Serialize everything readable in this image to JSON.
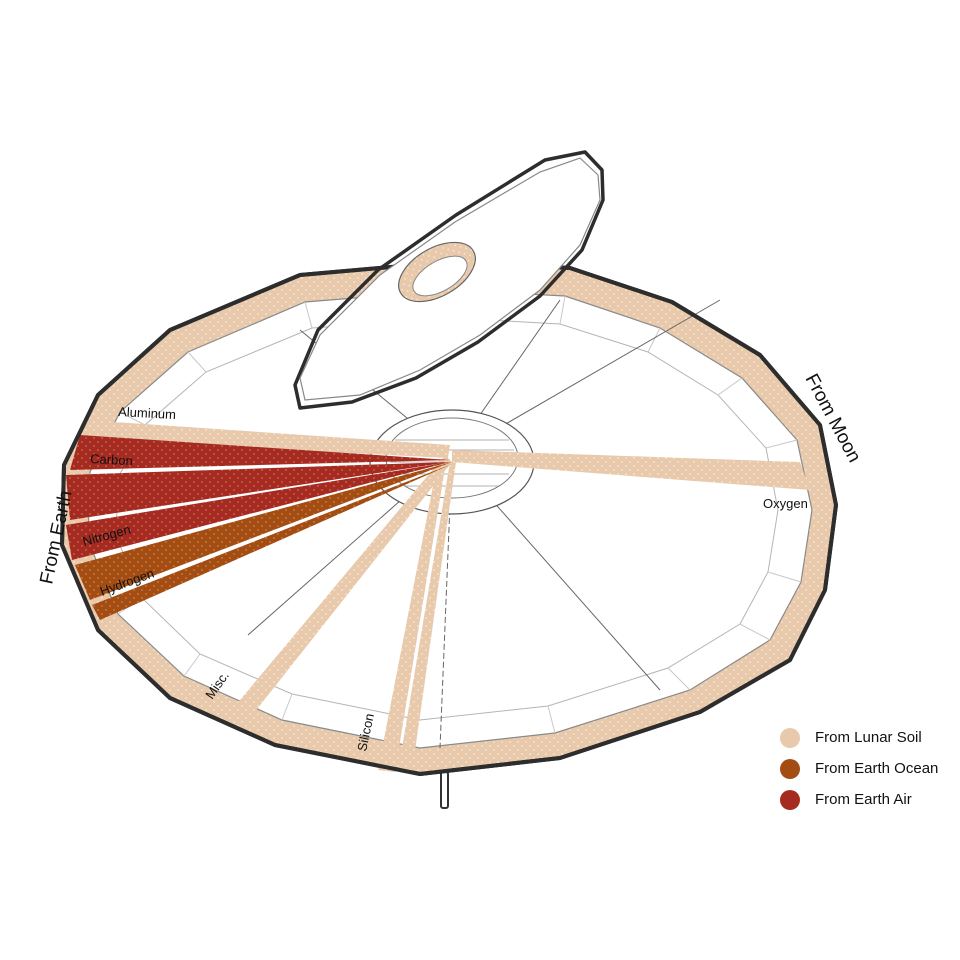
{
  "side_labels": {
    "earth": "From Earth",
    "moon": "From Moon"
  },
  "element_labels": {
    "aluminum": "Aluminum",
    "carbon": "Carbon",
    "nitrogen": "Nitrogen",
    "hydrogen": "Hydrogen",
    "oxygen": "Oxygen",
    "misc": "Misc.",
    "silicon": "Silicon"
  },
  "legend": [
    {
      "label": "From Lunar Soil",
      "color": "#e8c9ab"
    },
    {
      "label": "From Earth Ocean",
      "color": "#a34d13"
    },
    {
      "label": "From Earth Air",
      "color": "#a52a20"
    }
  ]
}
